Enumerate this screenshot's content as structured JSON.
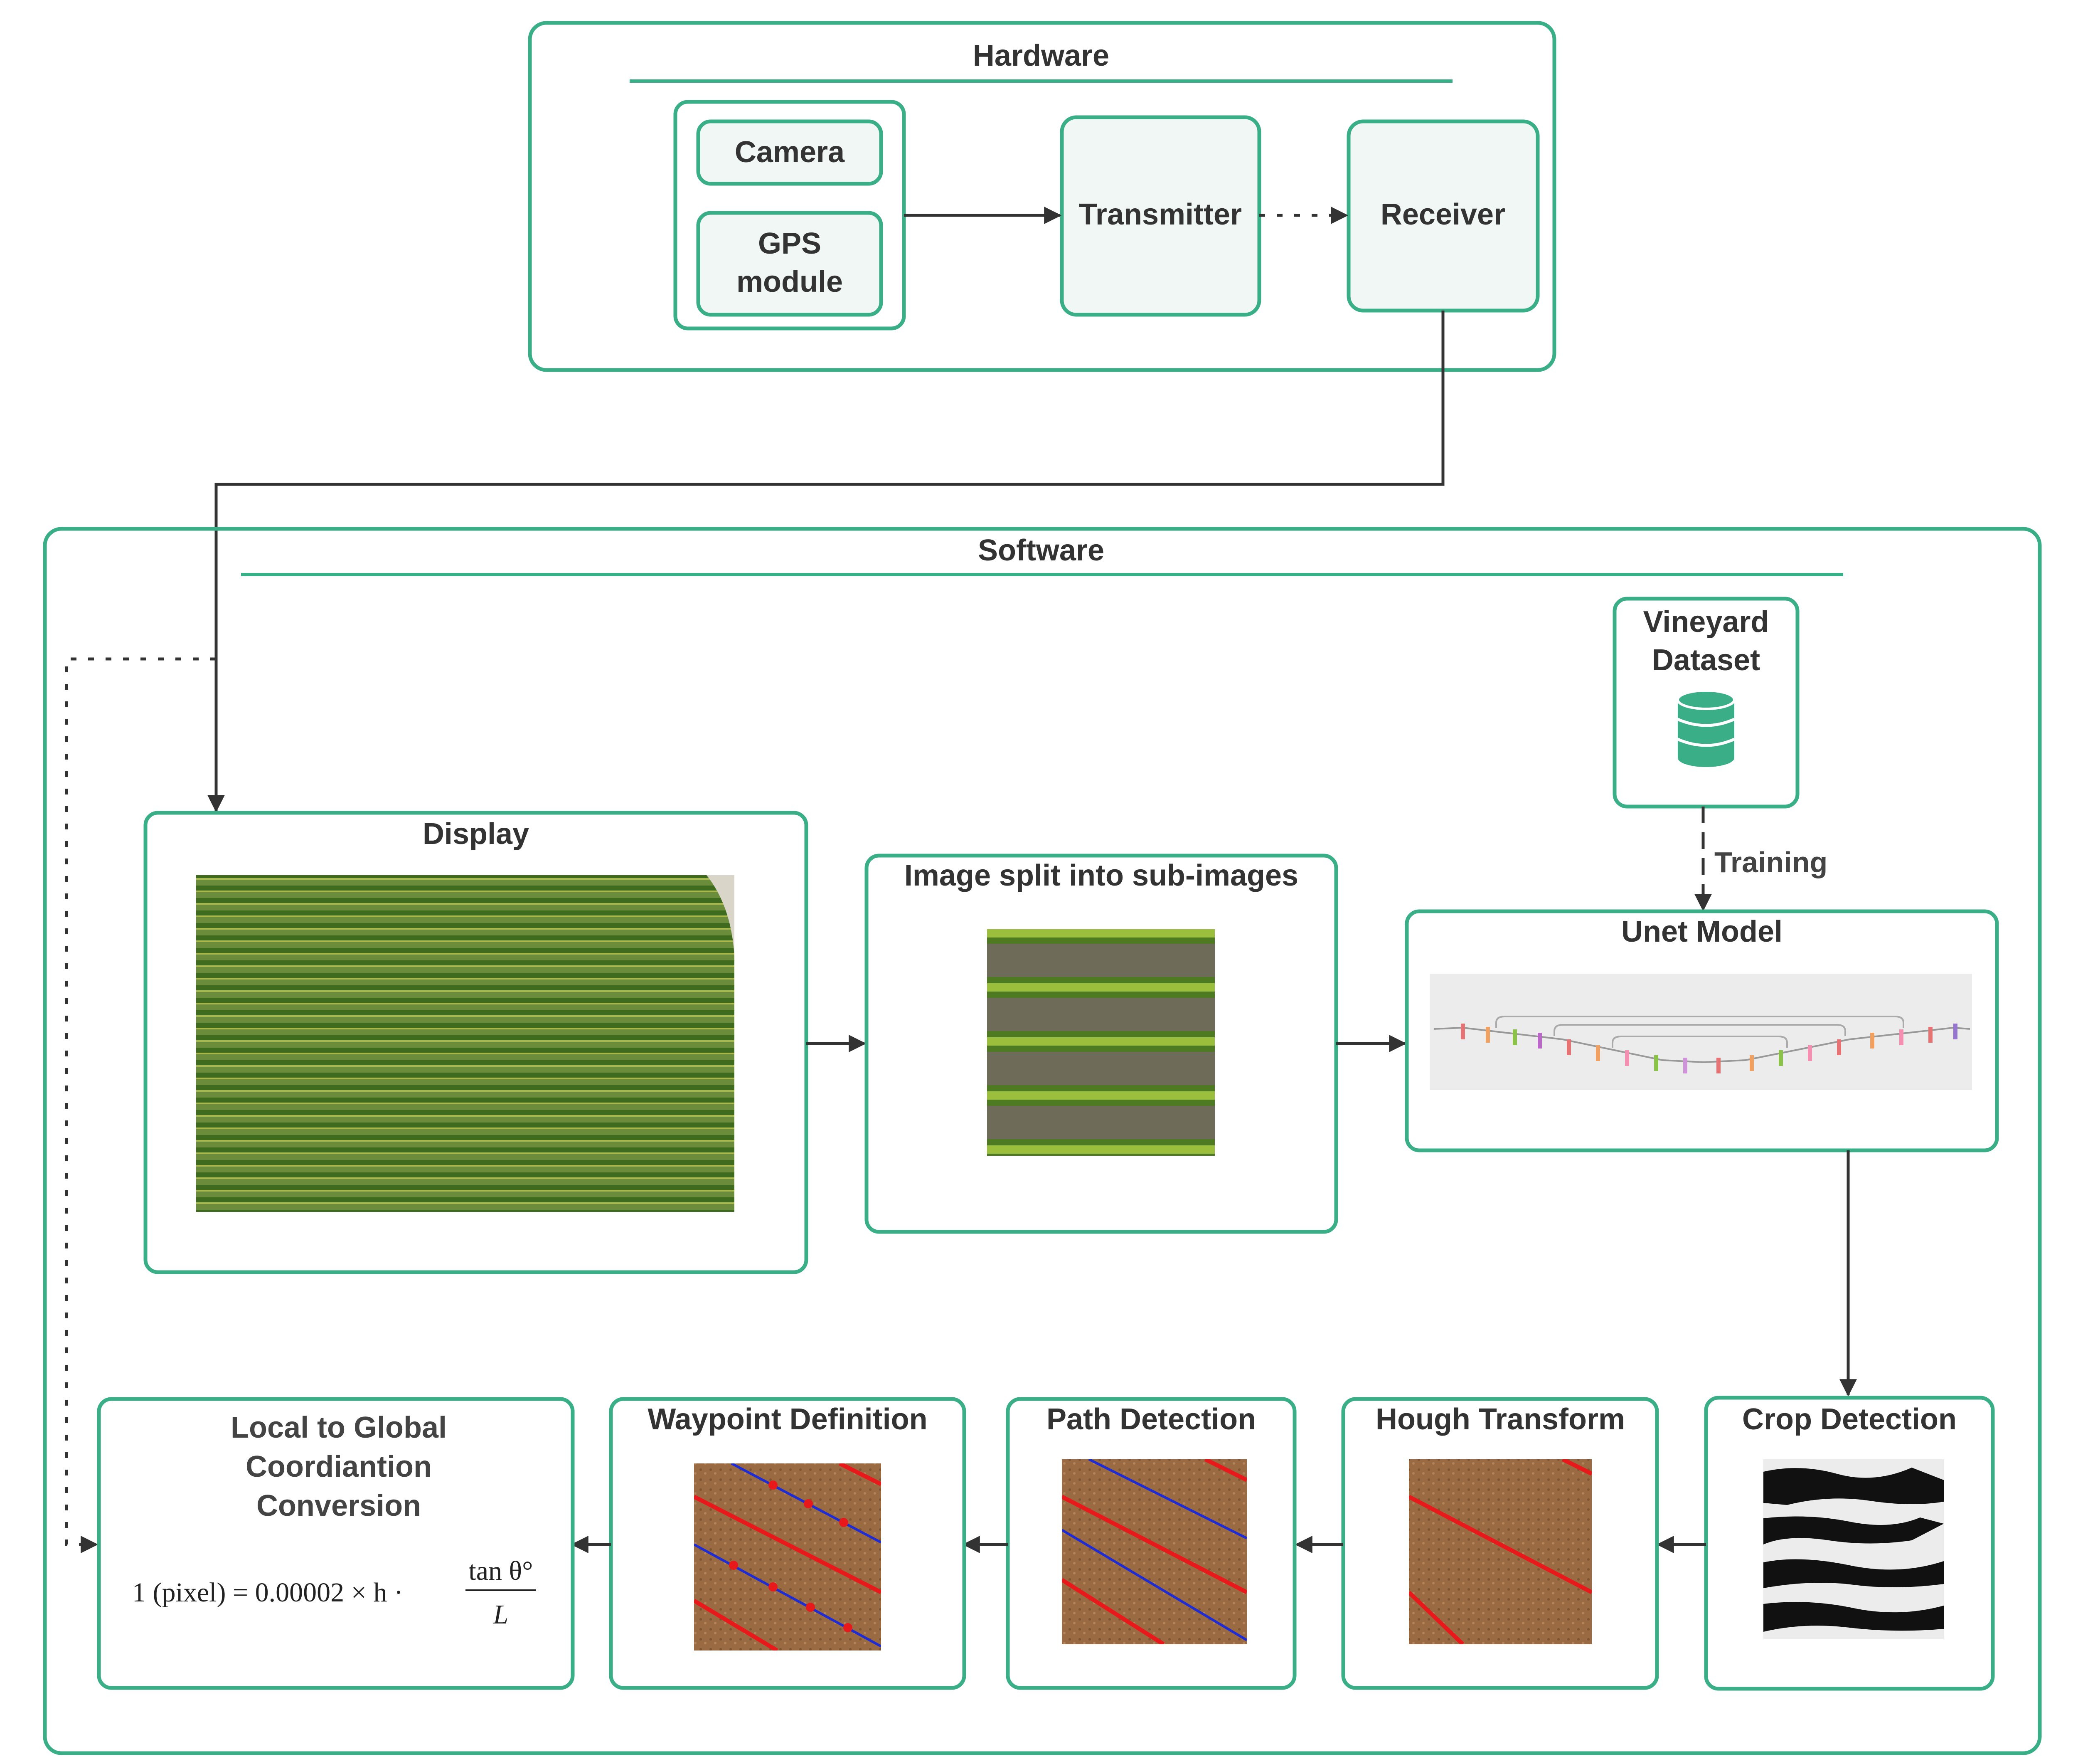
{
  "colors": {
    "accent": "#3aae87",
    "box_fill": "#f1f7f5",
    "arrow": "#333333",
    "detected_line": "#e8191b",
    "path_line": "#1f2cd1",
    "waypoint": "#e8191b"
  },
  "hardware": {
    "title": "Hardware",
    "camera": "Camera",
    "gps_line1": "GPS",
    "gps_line2": "module",
    "transmitter": "Transmitter",
    "receiver": "Receiver"
  },
  "software": {
    "title": "Software",
    "dataset_line1": "Vineyard",
    "dataset_line2": "Dataset",
    "dataset_icon": "database-icon",
    "training_label": "Training",
    "display": "Display",
    "split": "Image split into sub-images",
    "unet": "Unet Model",
    "crop_detection": "Crop Detection",
    "hough": "Hough Transform",
    "path_detection": "Path Detection",
    "waypoint": "Waypoint Definition",
    "conversion_line1": "Local to Global",
    "conversion_line2": "Coordiantion",
    "conversion_line3": "Conversion",
    "formula_lhs": "1 (pixel) = 0.00002 × h ·",
    "formula_num": "tan θ°",
    "formula_den": "L"
  }
}
